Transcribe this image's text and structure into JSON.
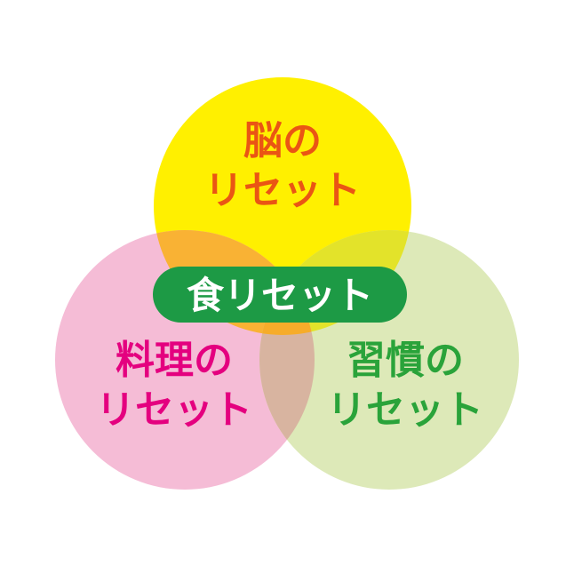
{
  "diagram": {
    "circles": [
      {
        "id": "brain",
        "lines": [
          "脳の",
          "リセット"
        ],
        "fill": "#fff000",
        "text_color": "#ea5514"
      },
      {
        "id": "cooking",
        "lines": [
          "料理の",
          "リセット"
        ],
        "fill": "#f5bcd6",
        "text_color": "#e4007f"
      },
      {
        "id": "habit",
        "lines": [
          "習慣の",
          "リセット"
        ],
        "fill": "#dde9b8",
        "text_color": "#2aa33a"
      }
    ],
    "center": {
      "label": "食リセット",
      "fill": "#1d9a45",
      "text_color": "#ffffff"
    }
  }
}
